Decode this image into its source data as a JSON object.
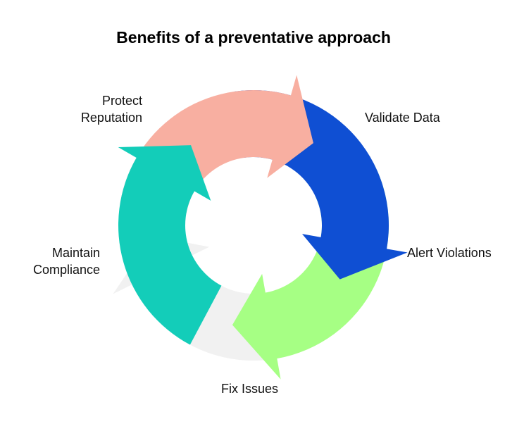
{
  "title": "Benefits of a preventative approach",
  "cycle": [
    {
      "label": "Validate Data",
      "color": "#0f4fd3"
    },
    {
      "label": "Alert Violations",
      "color": "#a6ff84"
    },
    {
      "label": "Fix Issues",
      "color": "#f1f1f1"
    },
    {
      "label": "Maintain Compliance",
      "label_lines": [
        "Maintain",
        "Compliance"
      ],
      "color": "#13cdb9"
    },
    {
      "label": "Protect Reputation",
      "label_lines": [
        "Protect",
        "Reputation"
      ],
      "color": "#f8afa1"
    }
  ]
}
